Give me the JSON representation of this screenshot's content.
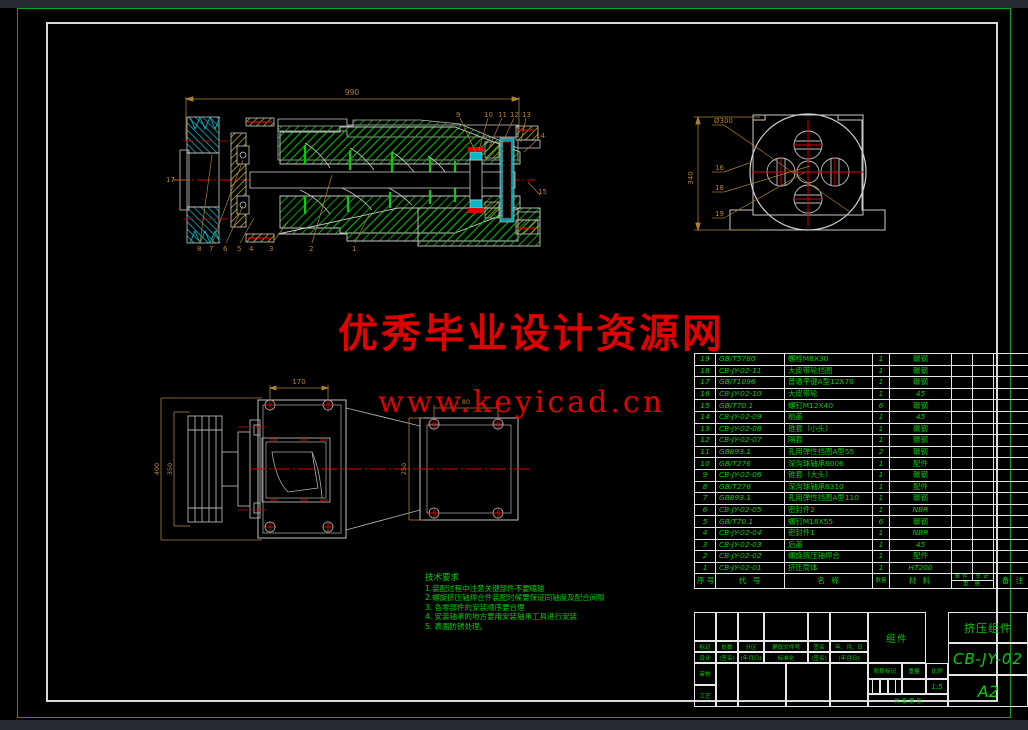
{
  "drawing": {
    "watermark_cn": "优秀毕业设计资源网",
    "watermark_url": "www.keyicad.cn"
  },
  "views": {
    "section_view": {
      "overall_length": "990",
      "balloons": [
        "1",
        "2",
        "3",
        "4",
        "5",
        "6",
        "7",
        "8",
        "9",
        "10",
        "11",
        "12",
        "13",
        "14",
        "15",
        "17"
      ]
    },
    "end_view": {
      "diameter": "Ø300",
      "height": "340",
      "balloons": [
        "16",
        "18",
        "19"
      ]
    },
    "plan_view": {
      "width_170": "170",
      "height_400": "400",
      "height_350": "350",
      "height_250": "250",
      "dim_80": "80"
    }
  },
  "tech_notes": {
    "title": "技术要求",
    "lines": [
      "1.装配过程中注意关键部件不要磕碰",
      "2.螺旋挤压轴焊合件装配时候要保证同轴度及配合间隙",
      "3. 各零部件的安装顺序要合理",
      "4. 安装轴承的地方要用安装轴承工具进行安装",
      "5. 表面防锈处理。"
    ]
  },
  "parts_table": {
    "headers": {
      "num": "序号",
      "code": "代 号",
      "name": "名 称",
      "qty": "数量",
      "material": "材 料",
      "weight_unit": "单件",
      "weight_total": "总计",
      "weight_group": "重 量",
      "remarks": "备 注"
    },
    "rows": [
      {
        "num": "19",
        "code": "GB/T5780",
        "name": "螺栓M8X30",
        "qty": "1",
        "mat": "碳钢",
        "italic_mat": false
      },
      {
        "num": "18",
        "code": "CB-JY-02-11",
        "name": "大皮带轮挡圈",
        "qty": "1",
        "mat": "碳钢",
        "italic_mat": false
      },
      {
        "num": "17",
        "code": "GB/T1096",
        "name": "普通平键A型12X70",
        "qty": "1",
        "mat": "碳钢",
        "italic_mat": false
      },
      {
        "num": "16",
        "code": "CB-JY-02-10",
        "name": "大皮带轮",
        "qty": "1",
        "mat": "45",
        "italic_mat": true
      },
      {
        "num": "15",
        "code": "GB/T70.1",
        "name": "螺钉M12X40",
        "qty": "6",
        "mat": "碳钢",
        "italic_mat": false
      },
      {
        "num": "14",
        "code": "CB-JY-02-09",
        "name": "前盖",
        "qty": "1",
        "mat": "45",
        "italic_mat": true
      },
      {
        "num": "13",
        "code": "CB-JY-02-08",
        "name": "锥套（小头）",
        "qty": "1",
        "mat": "碳钢",
        "italic_mat": false
      },
      {
        "num": "12",
        "code": "CB-JY-02-07",
        "name": "隔套",
        "qty": "1",
        "mat": "碳钢",
        "italic_mat": false
      },
      {
        "num": "11",
        "code": "GB893.1",
        "name": "孔用弹性挡圈A型55",
        "qty": "2",
        "mat": "碳钢",
        "italic_mat": false
      },
      {
        "num": "10",
        "code": "GB/T276",
        "name": "深沟球轴承6006",
        "qty": "1",
        "mat": "配件",
        "italic_mat": false
      },
      {
        "num": "9",
        "code": "CB-JY-02-06",
        "name": "锥套（大头）",
        "qty": "1",
        "mat": "碳钢",
        "italic_mat": false
      },
      {
        "num": "8",
        "code": "GB/T276",
        "name": "深沟球轴承6310",
        "qty": "1",
        "mat": "配件",
        "italic_mat": false
      },
      {
        "num": "7",
        "code": "GB893.1",
        "name": "孔用弹性挡圈A型110",
        "qty": "1",
        "mat": "碳钢",
        "italic_mat": false
      },
      {
        "num": "6",
        "code": "CB-JY-02-05",
        "name": "密封件2",
        "qty": "1",
        "mat": "NBR",
        "italic_mat": true
      },
      {
        "num": "5",
        "code": "GB/T70.1",
        "name": "螺钉M16X55",
        "qty": "6",
        "mat": "碳钢",
        "italic_mat": false
      },
      {
        "num": "4",
        "code": "CB-JY-02-04",
        "name": "密封件1",
        "qty": "1",
        "mat": "NBR",
        "italic_mat": true
      },
      {
        "num": "3",
        "code": "CB-JY-02-03",
        "name": "后盖",
        "qty": "1",
        "mat": "45",
        "italic_mat": true
      },
      {
        "num": "2",
        "code": "CB-JY-02-02",
        "name": "螺旋挤压轴焊合",
        "qty": "1",
        "mat": "配件",
        "italic_mat": false
      },
      {
        "num": "1",
        "code": "CB-JY-02-01",
        "name": "挤压筒体",
        "qty": "1",
        "mat": "HT200",
        "italic_mat": true
      }
    ]
  },
  "title_block": {
    "rev_labels": [
      "标记",
      "处数",
      "分区",
      "更改文件号",
      "签名",
      "年、月、日"
    ],
    "rev_sub": [
      "设计",
      "(签名)",
      "(年月日)",
      "标准化",
      "(签名)",
      "(年月日)"
    ],
    "approval": [
      "审核",
      "工艺"
    ],
    "stage_mark_label": "阶段标记",
    "weight_label": "重量",
    "scale_label": "比例",
    "assembly_type": "组件",
    "scale_value": "1:5",
    "sheet_label": "共  张  第  张",
    "part_title": "挤压组件",
    "drawing_no": "CB-JY-02",
    "sheet_size": "A2"
  }
}
